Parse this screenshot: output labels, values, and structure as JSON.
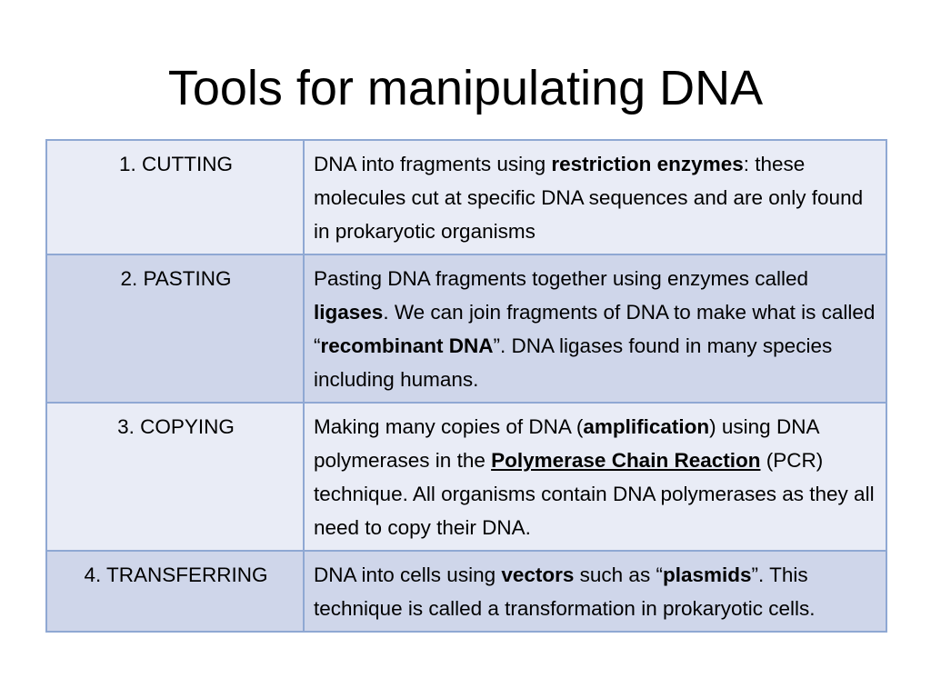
{
  "slide": {
    "title": "Tools for manipulating DNA"
  },
  "table": {
    "rows": [
      {
        "step": "1. CUTTING",
        "desc": {
          "t1": "DNA into fragments using ",
          "b1": "restriction enzymes",
          "t2": ": these molecules cut at specific DNA sequences and are only found in prokaryotic organisms"
        }
      },
      {
        "step": "2. PASTING",
        "desc": {
          "t1": "Pasting DNA fragments together using enzymes called ",
          "b1": "ligases",
          "t2": ". We can join fragments of DNA to make what is called “",
          "b2": "recombinant DNA",
          "t3": "”. DNA ligases found in many species including humans."
        }
      },
      {
        "step": "3. COPYING",
        "desc": {
          "t1": "Making many copies of DNA (",
          "b1": "amplification",
          "t2": ") using DNA polymerases in the ",
          "b2": "Polymerase Chain Reaction",
          "t3": " (PCR) technique. All organisms contain DNA polymerases as they all need to copy their DNA."
        }
      },
      {
        "step": "4. TRANSFERRING",
        "desc": {
          "t1": "DNA into cells using ",
          "b1": "vectors",
          "t2": " such as “",
          "b2": "plasmids",
          "t3": "”. This technique is called a transformation in prokaryotic cells."
        }
      }
    ]
  },
  "colors": {
    "row_light": "#e9ecf6",
    "row_dark": "#cfd6ea",
    "border": "#8fa8d3"
  }
}
